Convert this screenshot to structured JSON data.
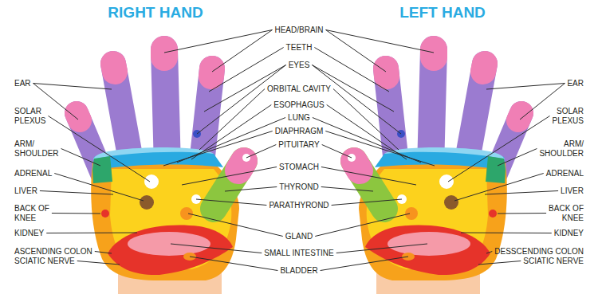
{
  "diagram": {
    "labels": [
      "RIGHT HAND",
      "LEFT HAND",
      "HEAD/BRAIN",
      "TEETH",
      "EYES",
      "ORBITAL CAVITY",
      "ESOPHAGUS",
      "LUNG",
      "DIAPHRAGM",
      "PITUITARY",
      "STOMACH",
      "THYROND",
      "PARATHYROND",
      "GLAND",
      "SMALL INTESTINE",
      "BLADDER",
      "EAR",
      "SOLAR PLEXUS",
      "ARM/ SHOULDER",
      "ADRENAL",
      "LIVER",
      "BACK OF KNEE",
      "KIDNEY",
      "ASCENDING COLON",
      "SCIATIC NERVE",
      "EAR",
      "SOLAR PLEXUS",
      "ARM/ SHOULDER",
      "ADRENAL",
      "LIVER",
      "BACK OF KNEE",
      "KIDNEY",
      "DESSCENDING COLON",
      "SCIATIC NERVE"
    ]
  }
}
